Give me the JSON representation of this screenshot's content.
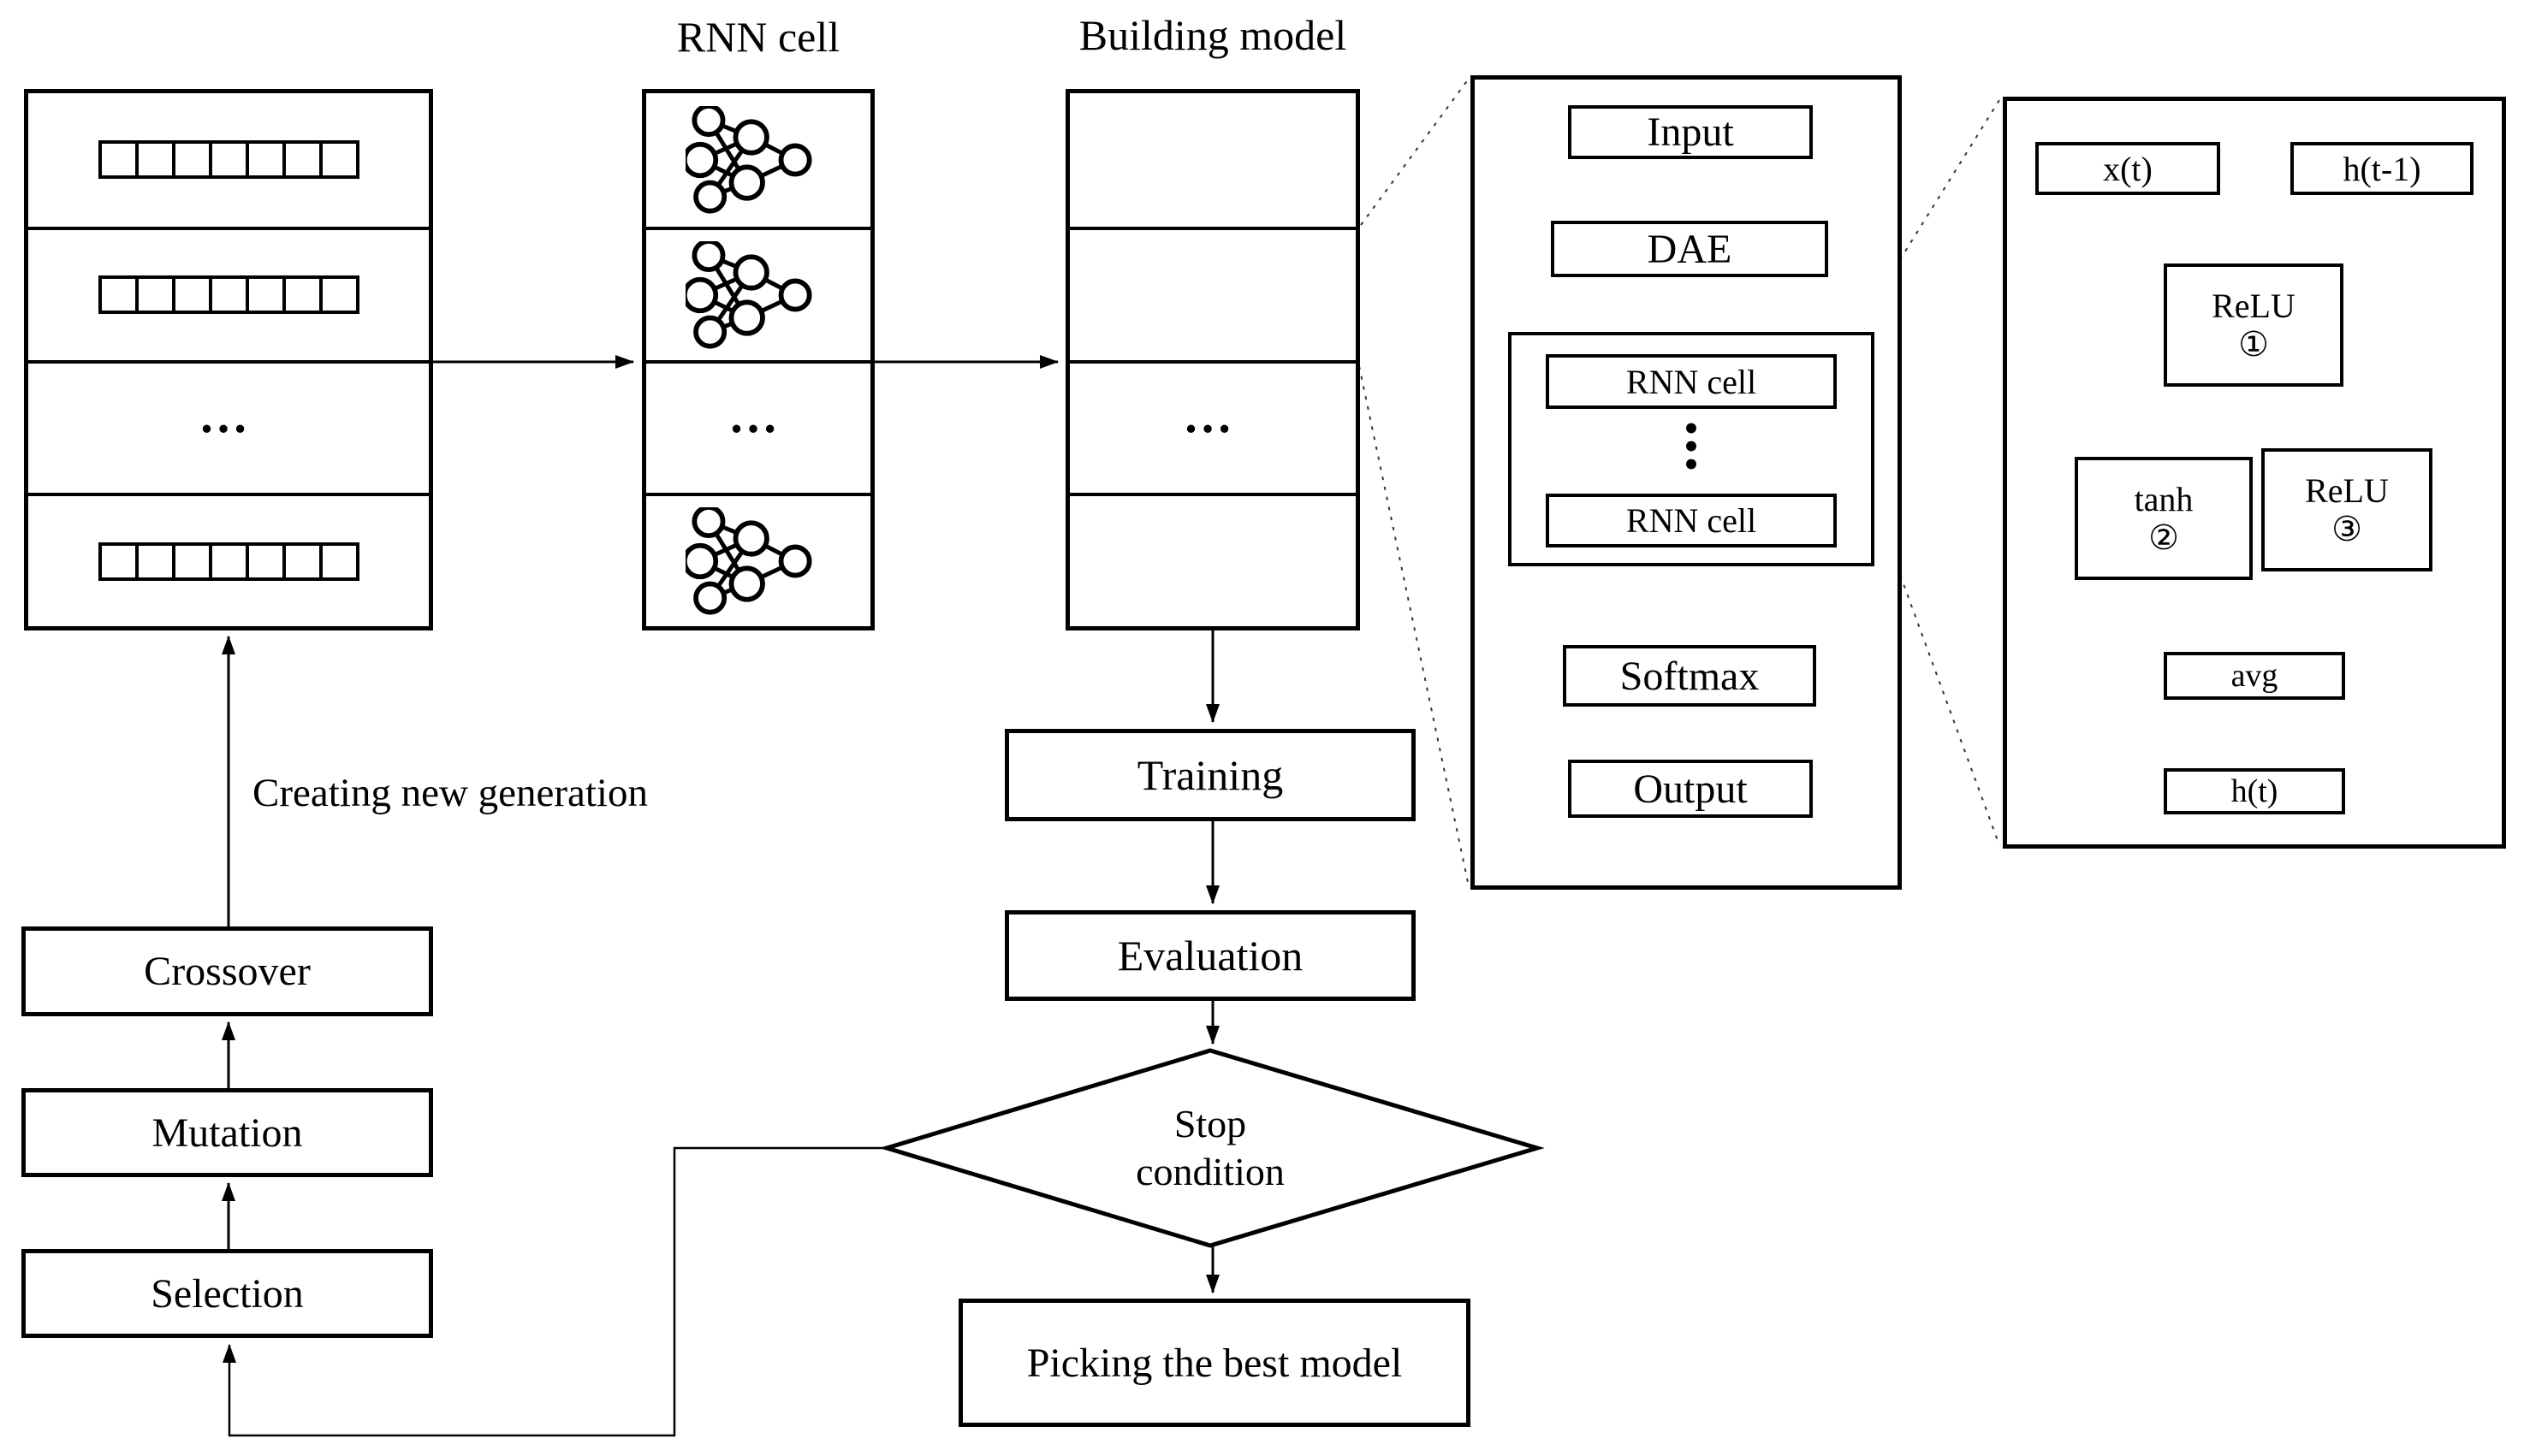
{
  "colors": {
    "ink": "#000000",
    "paper": "#ffffff",
    "dotted_connector": "#333333"
  },
  "titles": {
    "rnn_column": "RNN cell",
    "building_column": "Building model"
  },
  "population": {
    "ellipsis": "…"
  },
  "rnn_column": {
    "ellipsis": "…"
  },
  "building_column": {
    "ellipsis": "…"
  },
  "ga": {
    "creating_label": "Creating new generation",
    "crossover": "Crossover",
    "mutation": "Mutation",
    "selection": "Selection"
  },
  "pipeline": {
    "training": "Training",
    "evaluation": "Evaluation",
    "stop_line1": "Stop",
    "stop_line2": "condition",
    "picking": "Picking the best model"
  },
  "model_panel": {
    "input": "Input",
    "dae": "DAE",
    "rnn_cell_top": "RNN cell",
    "rnn_cell_bottom": "RNN cell",
    "dot": "•",
    "softmax": "Softmax",
    "output": "Output"
  },
  "cell_panel": {
    "x_t": "x(t)",
    "h_t_minus_1": "h(t-1)",
    "relu_1": "ReLU",
    "num_1": "①",
    "tanh": "tanh",
    "num_2": "②",
    "relu_3": "ReLU",
    "num_3": "③",
    "avg": "avg",
    "h_t": "h(t)"
  }
}
